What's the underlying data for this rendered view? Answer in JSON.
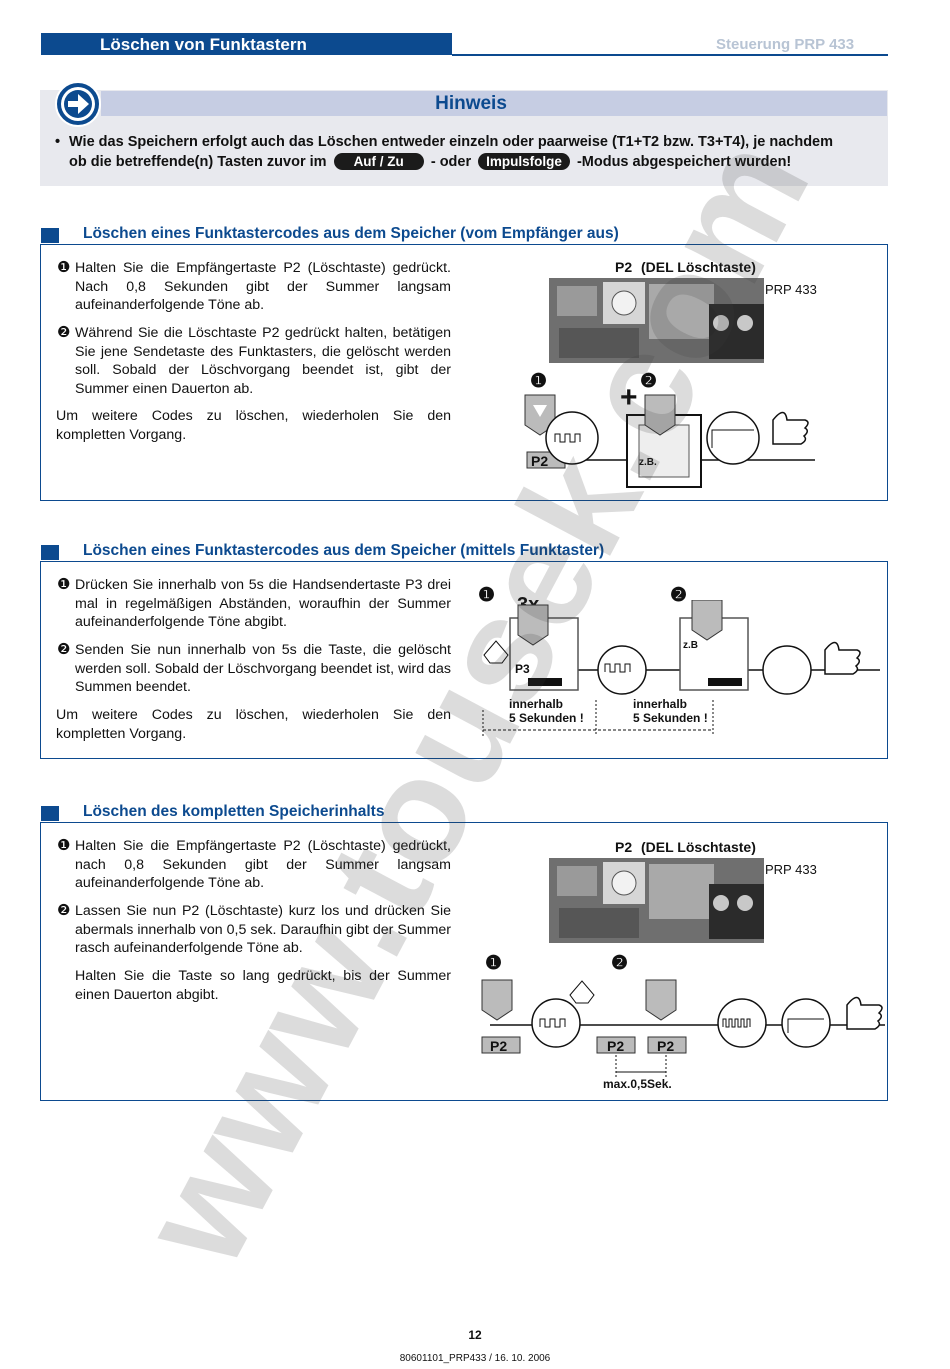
{
  "header": {
    "title": "Löschen von Funktastern",
    "product": "Steuerung PRP 433"
  },
  "hinweis": {
    "title": "Hinweis",
    "bullet": "•",
    "line1": "Wie das Speichern erfolgt auch das Löschen entweder einzeln oder paarweise  (T1+T2 bzw. T3+T4), je nachdem",
    "line2_a": "ob die betreffende(n) Tasten zuvor im",
    "pill1": "Auf / Zu",
    "line2_b": "- oder",
    "pill2": "Impulsfolge",
    "line2_c": "-Modus abgespeichert wurden!"
  },
  "section1": {
    "title": "Löschen eines Funktastercodes aus dem Speicher (vom Empfänger aus)",
    "step1_num": "❶",
    "step1": "Halten Sie die Empfängertaste P2 (Löschtaste) gedrückt. Nach 0,8 Sekunden gibt der Summer langsam aufeinanderfolgende Töne ab.",
    "step2_num": "❷",
    "step2": "Während Sie die Löschtaste P2 gedrückt halten, betätigen Sie jene Sendetaste des Funktasters, die gelöscht werden soll. Sobald der Löschvorgang beendet ist, gibt der Summer einen Dauerton ab.",
    "note": "Um weitere Codes zu löschen, wiederholen Sie den kompletten Vorgang.",
    "fig": {
      "p2_label": "P2",
      "del_label": "(DEL Löschtaste)",
      "device": "PRP 433",
      "n1": "❶",
      "n2": "❷",
      "plus": "+",
      "key": "P2",
      "zb": "z.B."
    }
  },
  "section2": {
    "title": "Löschen eines Funktastercodes aus dem Speicher (mittels Funktaster)",
    "step1_num": "❶",
    "step1": "Drücken Sie innerhalb von 5s die Handsendertaste P3 drei mal in regelmäßigen Abständen, woraufhin der Summer aufeinanderfolgende Töne abgibt.",
    "step2_num": "❷",
    "step2": "Senden Sie nun innerhalb von 5s die Taste, die gelöscht werden soll. Sobald der Löschvorgang beendet ist, wird das Summen beendet.",
    "note": "Um weitere Codes zu löschen, wiederholen Sie den kompletten Vorgang.",
    "fig": {
      "n1": "❶",
      "n2": "❷",
      "times": "3x",
      "p3": "P3",
      "zb": "z.B",
      "within1a": "innerhalb",
      "within1b": "5 Sekunden !",
      "within2a": "innerhalb",
      "within2b": "5 Sekunden !"
    }
  },
  "section3": {
    "title": "Löschen des kompletten Speicherinhalts",
    "step1_num": "❶",
    "step1": "Halten Sie die Empfängertaste P2 (Löschtaste) gedrückt, nach 0,8 Sekunden gibt der Summer langsam aufeinanderfolgende Töne ab.",
    "step2_num": "❷",
    "step2": "Lassen Sie nun P2 (Löschtaste) kurz los und drücken Sie abermals innerhalb von 0,5 sek. Daraufhin gibt der Summer rasch aufeinanderfolgende Töne ab.",
    "note": "Halten Sie die Taste so lang gedrückt, bis der Summer einen Dauerton abgibt.",
    "fig": {
      "p2_label": "P2",
      "del_label": "(DEL Löschtaste)",
      "device": "PRP 433",
      "n1": "❶",
      "n2": "❷",
      "key1": "P2",
      "key2": "P2",
      "key3": "P2",
      "max": "max.0,5Sek."
    }
  },
  "watermark": "www.tousek.com",
  "footer": {
    "page": "12",
    "doc": "80601101_PRP433  /  16. 10. 2006"
  }
}
